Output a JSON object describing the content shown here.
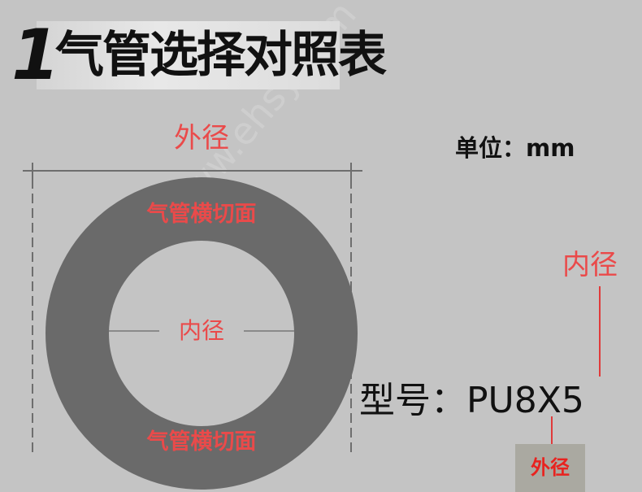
{
  "title": {
    "number": "1",
    "text": "气管选择对照表"
  },
  "unit_label": "单位：mm",
  "diagram": {
    "outer_diameter_label": "外径",
    "cross_section_label_top": "气管横切面",
    "cross_section_label_bottom": "气管横切面",
    "inner_diameter_label": "内径",
    "ring_color": "#6a6a6a",
    "label_color": "#ea4a4a"
  },
  "model": {
    "text": "型号：PU8X5",
    "inner_diameter_callout": "内径",
    "outer_diameter_callout": "外径"
  },
  "watermark": "www.ehsy.com"
}
